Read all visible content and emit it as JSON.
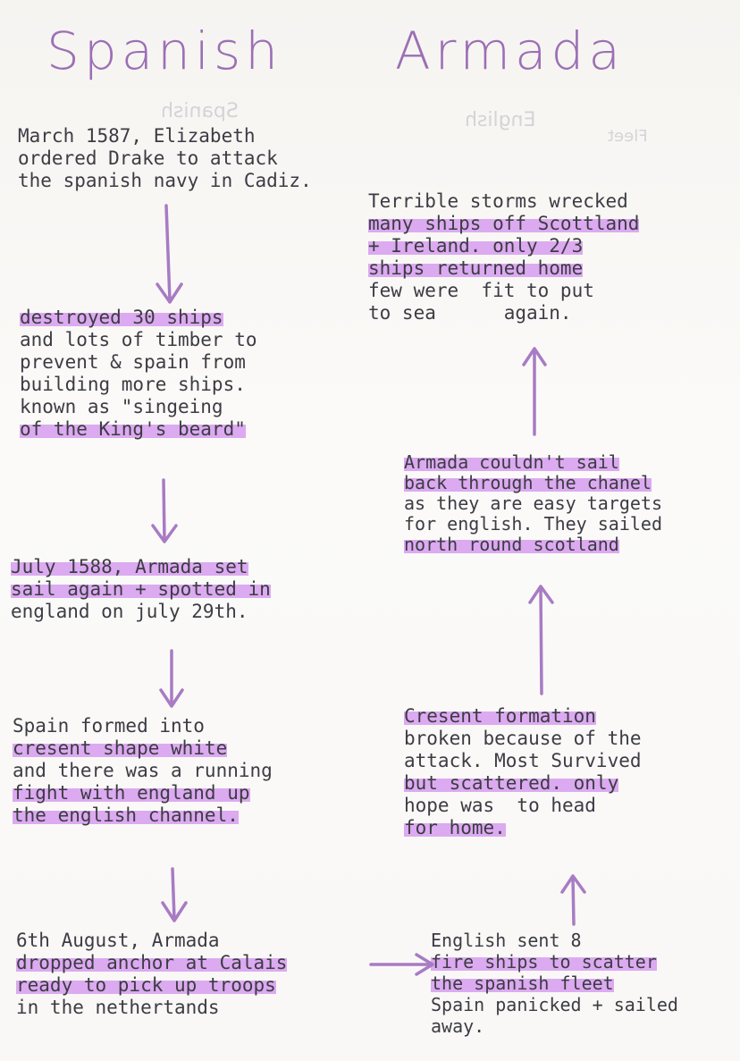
{
  "title": {
    "word1": "Spanish",
    "word2": "Armada"
  },
  "ghost_text": {
    "mirror_spanish": "Spanish",
    "mirror_english": "English",
    "mirror_fleet": "Fleet"
  },
  "left_notes": [
    {
      "lines": [
        "March 1587, Elizabeth",
        "ordered Drake to attack",
        "the spanish navy in Cadiz."
      ]
    },
    {
      "lines": [
        "destroyed 30 ships",
        "and lots of timber to",
        "prevent & spain from",
        "building more ships.",
        "known as \"singeing",
        "of the King's beard\""
      ]
    },
    {
      "lines": [
        "July 1588, Armada set",
        "sail again + spotted in",
        "england on july 29th."
      ]
    },
    {
      "lines": [
        "Spain formed into",
        "cresent shape white",
        "and there was a running",
        "fight with england up",
        "the english channel."
      ]
    },
    {
      "lines": [
        "6th August, Armada",
        "dropped anchor at Calais",
        "ready to pick up troops",
        "in the nethertands"
      ]
    }
  ],
  "right_notes": [
    {
      "lines": [
        "Terrible storms wrecked",
        "many ships off Scottland",
        "+ Ireland. only 2/3",
        "ships returned home",
        "few were  fit to put",
        "to sea      again."
      ]
    },
    {
      "lines": [
        "Armada couldn't sail",
        "back through the chanel",
        "as they are easy targets",
        "for english. They sailed",
        "north round scotland"
      ]
    },
    {
      "lines": [
        "Cresent formation",
        "broken because of the",
        "attack. Most Survived",
        "but scattered. only",
        "hope was  to head",
        "for home."
      ]
    },
    {
      "lines": [
        "English sent 8",
        "fire ships to scatter",
        "the spanish fleet",
        "Spain panicked + sailed",
        "away."
      ]
    }
  ],
  "colors": {
    "title": "#9c6fb5",
    "highlight": "#dcaaf0",
    "ink": "#3c3c44",
    "arrow": "#a87bc4"
  }
}
